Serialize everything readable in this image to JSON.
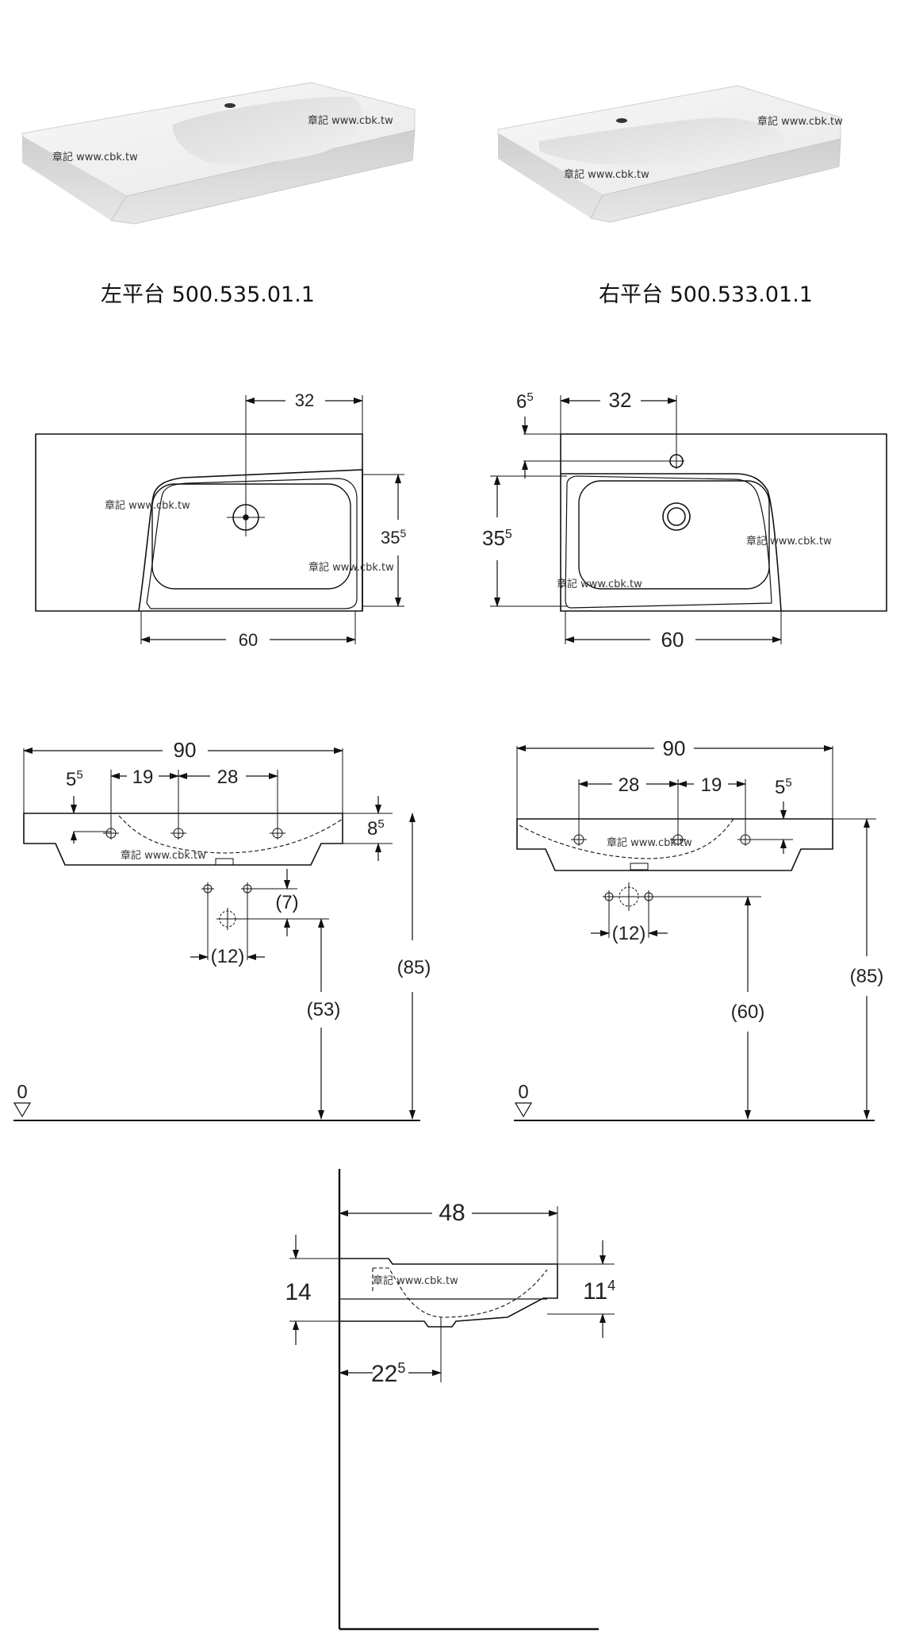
{
  "products": {
    "left": {
      "caption": "左平台 500.535.01.1"
    },
    "right": {
      "caption": "右平台 500.533.01.1"
    }
  },
  "watermark": "章記 www.cbk.tw",
  "views": {
    "top_left": {
      "hole": "32",
      "basin_depth": "35",
      "basin_depth_sup": "5",
      "basin_width": "60"
    },
    "top_right": {
      "edge_offset": "6",
      "edge_offset_sup": "5",
      "hole": "32",
      "basin_depth": "35",
      "basin_depth_sup": "5",
      "basin_width": "60"
    },
    "front_left": {
      "total_width": "90",
      "edge": "5",
      "edge_sup": "5",
      "spacing_a": "19",
      "spacing_b": "28",
      "thickness": "8",
      "thickness_sup": "5",
      "drain_depth": "(7)",
      "drain_spacing": "(12)",
      "drain_height": "(53)",
      "total_height": "(85)",
      "floor": "0"
    },
    "front_right": {
      "total_width": "90",
      "spacing_b": "28",
      "spacing_a": "19",
      "edge": "5",
      "edge_sup": "5",
      "drain_spacing": "(12)",
      "drain_height": "(60)",
      "total_height": "(85)",
      "floor": "0"
    },
    "side": {
      "depth": "48",
      "height": "14",
      "rim_height": "11",
      "rim_height_sup": "4",
      "drain_offset": "22",
      "drain_offset_sup": "5"
    }
  }
}
